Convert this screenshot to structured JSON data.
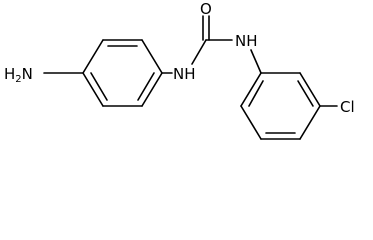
{
  "molecule": {
    "atoms": {
      "amine_n": "H",
      "amine_n_sub": "2",
      "amine_n_tail": "N",
      "nh_left": "NH",
      "carbonyl_o": "O",
      "nh_right": "NH",
      "chlorine": "Cl"
    }
  }
}
